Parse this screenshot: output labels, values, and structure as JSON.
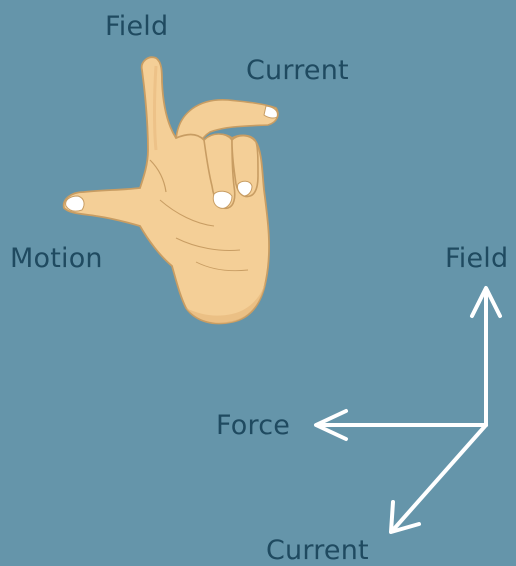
{
  "colors": {
    "background": "#6595aa",
    "label_text": "#1f4a60",
    "arrow": "#ffffff",
    "skin": "#f4cf97",
    "skin_outline": "#c89d63",
    "skin_shadow": "#e7b97e",
    "nail": "#ffffff"
  },
  "hand_labels": {
    "field": "Field",
    "current": "Current",
    "motion": "Motion"
  },
  "axes_labels": {
    "field": "Field",
    "force": "Force",
    "current": "Current"
  },
  "icons": {
    "hand": "left-hand-fleming-icon",
    "axes": "three-axis-arrows-icon"
  }
}
